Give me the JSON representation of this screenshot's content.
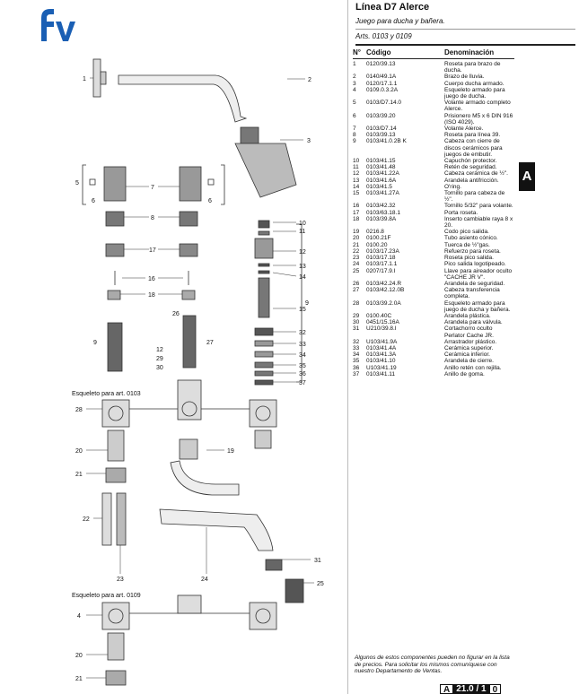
{
  "header": {
    "logo_text": "fv",
    "title": "Línea D7 Alerce",
    "subtitle": "Juego para ducha y bañera.",
    "arts": "Arts. 0103 y 0109"
  },
  "parts_table": {
    "headers": [
      "N°",
      "Código",
      "Denominación"
    ],
    "rows": [
      [
        "1",
        "0120/39.13",
        "Roseta para brazo de ducha."
      ],
      [
        "2",
        "0140/49.1A",
        "Brazo de lluvia."
      ],
      [
        "3",
        "0120/17.1.1",
        "Cuerpo ducha armado."
      ],
      [
        "4",
        "0109.0.3.2A",
        "Esqueleto armado para juego de ducha."
      ],
      [
        "5",
        "0103/D7.14.0",
        "Volante armado completo Alerce."
      ],
      [
        "6",
        "0103/39.20",
        "Prisionero M5 x 6 DIN 916 (ISO 4029)."
      ],
      [
        "7",
        "0103/D7.14",
        "Volante Alerce."
      ],
      [
        "8",
        "0103/39.13",
        "Roseta para línea 39."
      ],
      [
        "9",
        "0103/41.0.2B K",
        "Cabeza con cierre de discos cerámicos para juegos de embutir."
      ],
      [
        "10",
        "0103/41.15",
        "Capuchón protector."
      ],
      [
        "11",
        "0103/41.48",
        "Retén de seguridad."
      ],
      [
        "12",
        "0103/41.22A",
        "Cabeza cerámica de ½\"."
      ],
      [
        "13",
        "0103/41.6A",
        "Arandela antifricción."
      ],
      [
        "14",
        "0103/41.5",
        "O'ring."
      ],
      [
        "15",
        "0103/41.27A",
        "Tornillo para cabeza de ½\"."
      ],
      [
        "16",
        "0103/42.32",
        "Tornillo 5/32\" para volante."
      ],
      [
        "17",
        "0103/63.18.1",
        "Porta roseta."
      ],
      [
        "18",
        "0103/39.8A",
        "Inserto cambiable raya 8 x 20."
      ],
      [
        "19",
        "0216.8",
        "Codo pico salida."
      ],
      [
        "20",
        "0100.21F",
        "Tubo asiento cónico."
      ],
      [
        "21",
        "0100.20",
        "Tuerca de ½\"gas."
      ],
      [
        "22",
        "0103/17.23A",
        "Refuerzo para roseta."
      ],
      [
        "23",
        "0103/17.18",
        "Roseta pico salida."
      ],
      [
        "24",
        "0103/17.1.1",
        "Pico salida logotipeado."
      ],
      [
        "25",
        "0207/17.9.I",
        "Llave para aireador oculto \"CACHE JR V\"."
      ],
      [
        "26",
        "0103/42.24.R",
        "Arandela de seguridad."
      ],
      [
        "27",
        "0103/42.12.0B",
        "Cabeza transferencia completa."
      ],
      [
        "28",
        "0103/39.2.0A",
        "Esqueleto armado para juego de ducha y bañera."
      ],
      [
        "29",
        "0100.40C",
        "Arandela plástica."
      ],
      [
        "30",
        "0451/15.16A",
        "Arandela para válvula."
      ],
      [
        "31",
        "U210/39.8.I",
        "Cortachorro oculto Perlator Cache JR."
      ],
      [
        "32",
        "U103/41.9A",
        "Arrastrador plástico."
      ],
      [
        "33",
        "0103/41.4A",
        "Cerámica superior."
      ],
      [
        "34",
        "0103/41.3A",
        "Cerámica inferior."
      ],
      [
        "35",
        "0103/41.10",
        "Arandela de cierre."
      ],
      [
        "36",
        "U103/41.19",
        "Anillo retén con rejilla."
      ],
      [
        "37",
        "0103/41.11",
        "Anillo de goma."
      ]
    ]
  },
  "tab_letter": "A",
  "note": "Algunos de estos componentes pueden no figurar en la lista de precios. Para solicitar los mismos comuníquese con nuestro Departamento de Ventas.",
  "page_badge": {
    "letter": "A",
    "number": "21.0 / 1",
    "suffix": "0"
  },
  "diagram": {
    "caption_0103": "Esqueleto para art. 0103",
    "caption_0109": "Esqueleto para art. 0109",
    "callouts": [
      "1",
      "2",
      "3",
      "5",
      "6",
      "7",
      "6",
      "8",
      "17",
      "16",
      "18",
      "9",
      "26",
      "27",
      "12",
      "29",
      "30",
      "10",
      "11",
      "12",
      "13",
      "14",
      "15",
      "9",
      "32",
      "33",
      "34",
      "35",
      "36",
      "37",
      "28",
      "19",
      "20",
      "21",
      "22",
      "23",
      "24",
      "31",
      "25",
      "4",
      "20",
      "21"
    ]
  }
}
